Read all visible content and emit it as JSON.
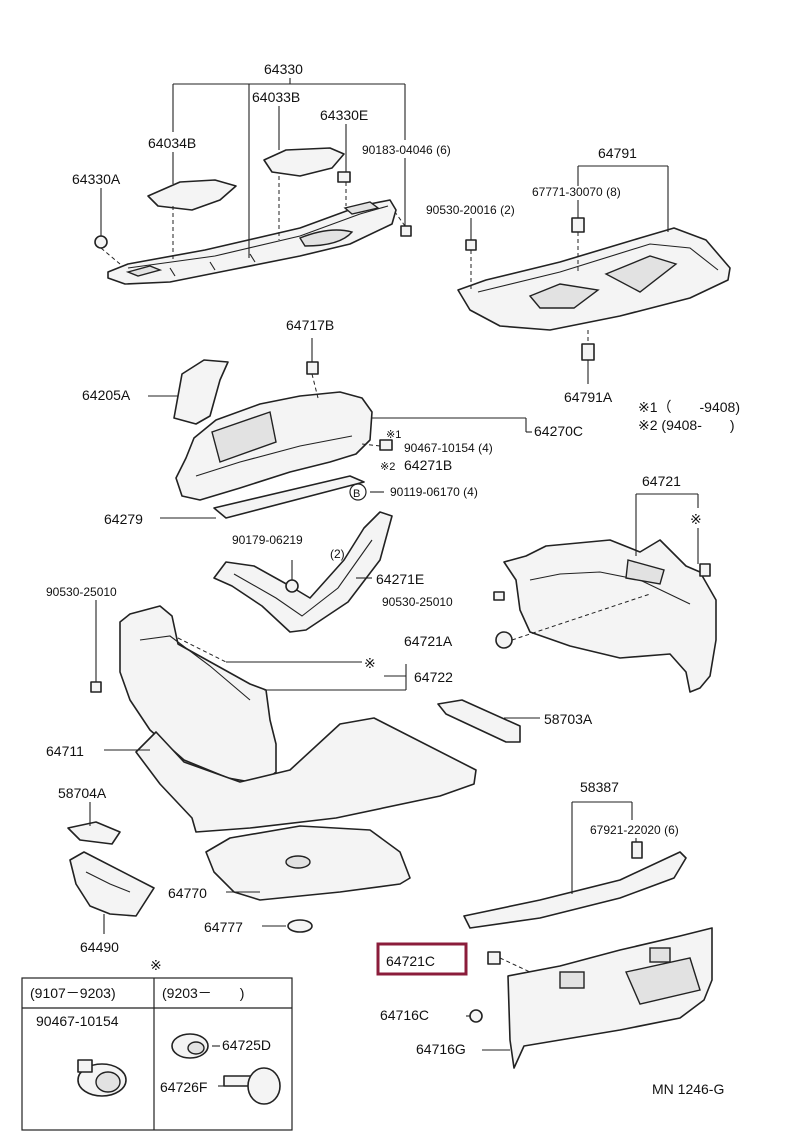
{
  "labels": {
    "p64330": "64330",
    "p64033B": "64033B",
    "p64034B": "64034B",
    "p64330E": "64330E",
    "p64330A": "64330A",
    "p90183": "90183-04046 (6)",
    "p64791": "64791",
    "p67771": "67771-30070 (8)",
    "p90530_20016": "90530-20016 (2)",
    "p64791A": "64791A",
    "note1": "※1（　　-9408)",
    "note2": "※2 (9408-　　)",
    "p64717B": "64717B",
    "p64205A": "64205A",
    "p90467_top": "90467-10154 (4)",
    "p64270C": "64270C",
    "p64271B": "64271B",
    "p90119": "90119-06170 (4)",
    "p64279": "64279",
    "p90179": "90179-06219",
    "p90179_qty": "(2)",
    "p64271E": "64271E",
    "p64721": "64721",
    "p90530_25010_left": "90530-25010",
    "p90530_25010_right": "90530-25010",
    "p64721A": "64721A",
    "p64722": "64722",
    "p58703A": "58703A",
    "p64711": "64711",
    "p58704A": "58704A",
    "p58387": "58387",
    "p67921": "67921-22020 (6)",
    "p64770": "64770",
    "p64777": "64777",
    "p64490": "64490",
    "p64721C": "64721C",
    "p64716C": "64716C",
    "p64716G": "64716G",
    "table_col1": "(9107－9203)",
    "table_col2": "(9203－　　)",
    "table_part1": "90467-10154",
    "p64725D": "64725D",
    "p64726F": "64726F",
    "diagram_id": "MN 1246-G",
    "mark_ref": "※",
    "mark_1": "※1",
    "mark_2": "※2",
    "mark_b": "B"
  },
  "colors": {
    "highlight": "#8b1d3b"
  }
}
